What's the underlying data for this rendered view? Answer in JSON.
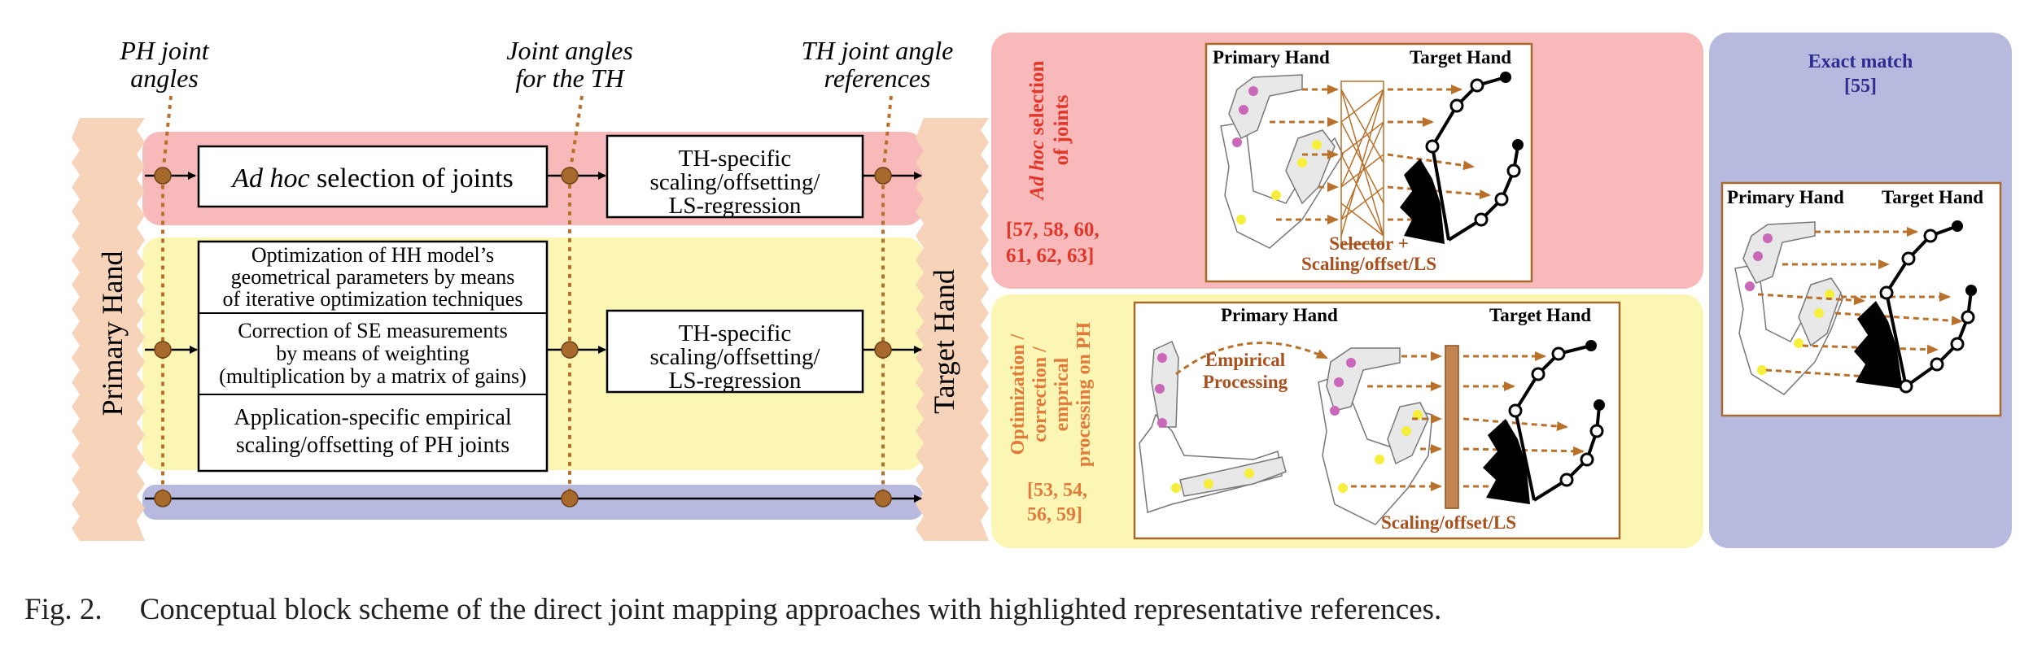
{
  "figure": {
    "labels": {
      "ph_angles": [
        "PH joint",
        "angles"
      ],
      "joint_angles_th": [
        "Joint angles",
        "for the TH"
      ],
      "th_refs": [
        "TH joint angle",
        "references"
      ],
      "primary_hand": "Primary Hand",
      "target_hand": "Target Hand"
    },
    "blocks": {
      "adhoc": {
        "italic": "Ad hoc",
        "rest": " selection of joints"
      },
      "th_specific": [
        "TH-specific",
        "scaling/offsetting/",
        "LS-regression"
      ],
      "optimization": [
        "Optimization of HH model’s",
        "geometrical parameters by means",
        "of iterative optimization techniques"
      ],
      "correction": [
        "Correction of SE measurements",
        "by means of weighting",
        "(multiplication by a matrix of gains)"
      ],
      "application": [
        "Application-specific empirical",
        "scaling/offsetting of PH joints"
      ]
    },
    "panels": {
      "adhoc": {
        "label_italic": "Ad hoc",
        "label_rest": "selection",
        "label_line2": "of joints",
        "refs": [
          "[57, 58, 60,",
          "61, 62, 63]"
        ],
        "primary": "Primary Hand",
        "target": "Target Hand",
        "mapping": [
          "Selector +",
          "Scaling/offset/LS"
        ]
      },
      "optimization": {
        "label": [
          "Optimization /",
          "correction /",
          "emprical",
          "processing on PH"
        ],
        "refs": [
          "[53, 54,",
          "56, 59]"
        ],
        "primary": "Primary Hand",
        "target": "Target Hand",
        "processing": [
          "Empirical",
          "Processing"
        ],
        "mapping": "Scaling/offset/LS"
      },
      "exact": {
        "title": "Exact match",
        "ref": "[55]",
        "primary": "Primary Hand",
        "target": "Target Hand"
      }
    },
    "colors": {
      "red_band": "#f7b9b9",
      "yellow_band": "#fbf6b4",
      "blue_band": "#b7b9df",
      "skin": "#f6d3b9",
      "joint": "#a86a2c",
      "arrow_brown": "#b8702a",
      "red_text": "#e0372a",
      "orange_text": "#e17a3a",
      "blue_text": "#2e2d8f",
      "magenta": "#c967b8",
      "yellow_dot": "#f5ee3a"
    }
  },
  "caption": {
    "label": "Fig. 2.",
    "text": "Conceptual block scheme of the direct joint mapping approaches with highlighted representative references."
  }
}
